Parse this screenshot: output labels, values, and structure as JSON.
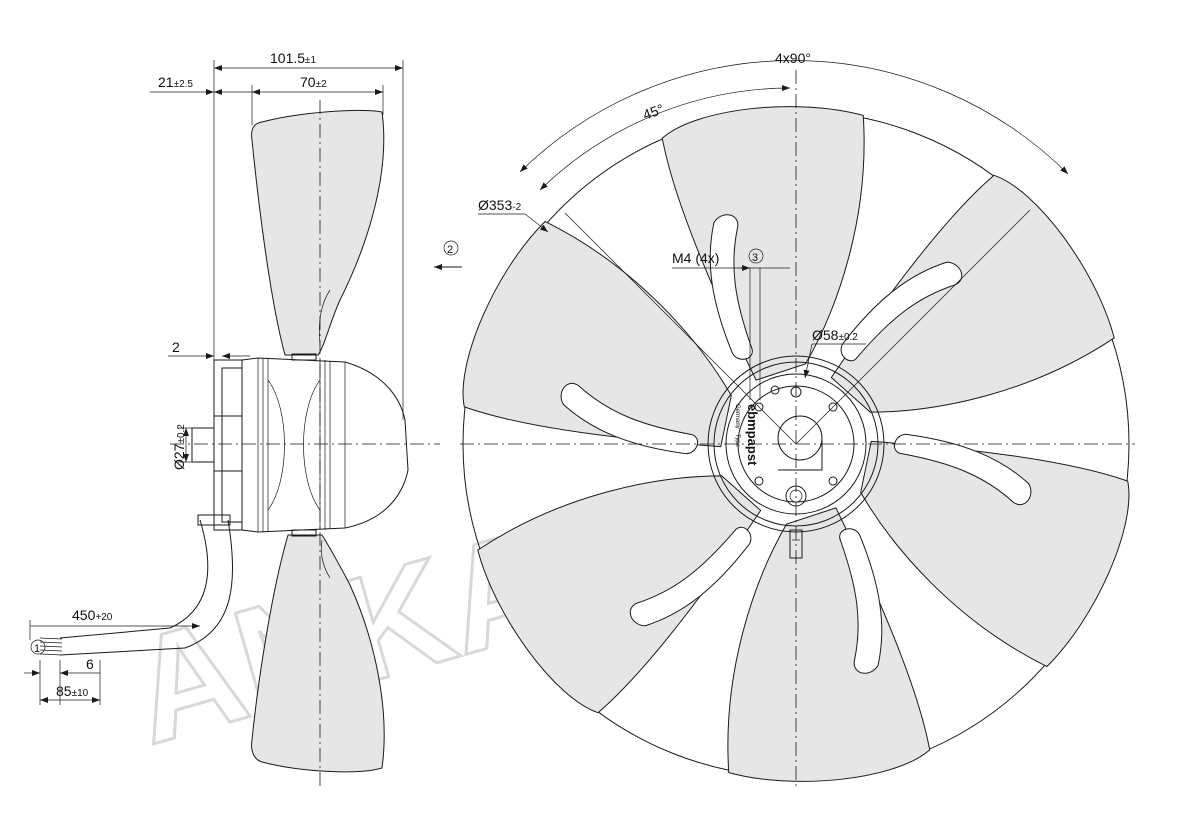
{
  "dimensions": {
    "overall_depth": {
      "value": "101.5",
      "tol": "±1"
    },
    "hub_offset": {
      "value": "21",
      "tol": "±2.5"
    },
    "blade_depth": {
      "value": "70",
      "tol": "±2"
    },
    "gap": {
      "value": "2"
    },
    "shaft_diameter": {
      "value": "Ø27",
      "tol": "±0.2"
    },
    "cable_length": {
      "value": "450",
      "tol": "+20"
    },
    "strip_length": {
      "value": "6"
    },
    "sleeve_length": {
      "value": "85",
      "tol": "±10"
    },
    "fan_diameter": {
      "value": "Ø353",
      "tol": "-2"
    },
    "hole_pattern": {
      "value": "4x90°"
    },
    "hole_angle": {
      "value": "45°"
    },
    "thread": {
      "value": "M4 (4x)"
    },
    "hub_diameter": {
      "value": "Ø58",
      "tol": "±0.2"
    }
  },
  "callouts": {
    "one": "1",
    "two": "2",
    "three": "3"
  },
  "label": {
    "brand": "ebmpapst",
    "line1": "Germany",
    "line2": "Type"
  },
  "watermark": "ANKAD"
}
